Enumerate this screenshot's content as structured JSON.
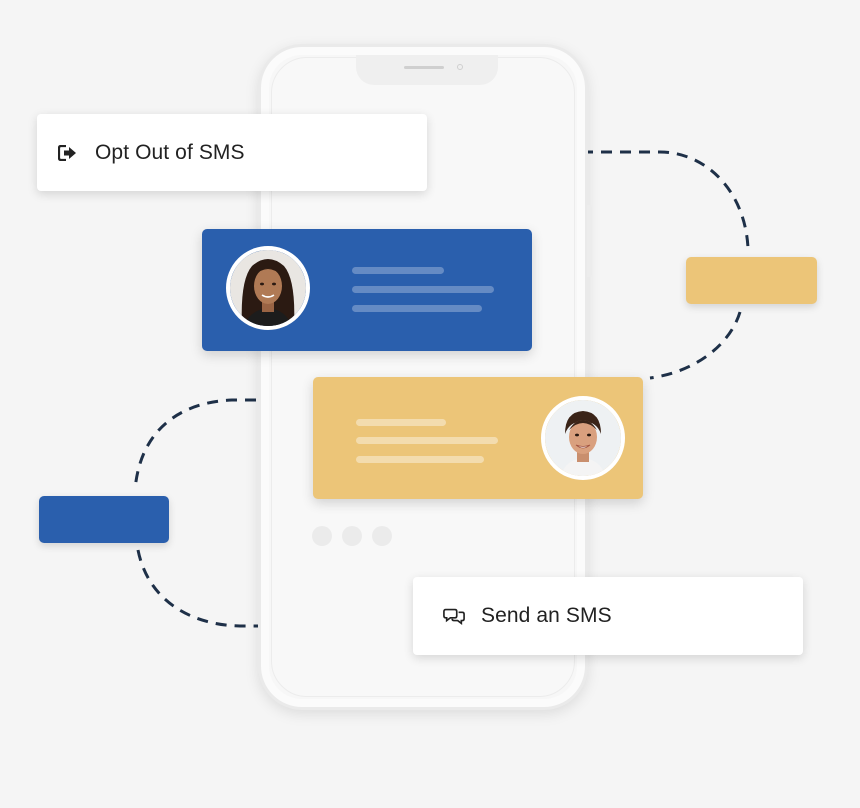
{
  "colors": {
    "background": "#f5f5f5",
    "primary_blue": "#2a5fad",
    "accent_gold": "#ecc578",
    "connector": "#1e3048",
    "card_text": "#222222"
  },
  "cards": {
    "opt_out": {
      "label": "Opt Out of SMS",
      "icon": "sign-out-icon"
    },
    "send_sms": {
      "label": "Send an SMS",
      "icon": "chat-bubbles-icon"
    }
  },
  "messages": [
    {
      "sender": "incoming",
      "color": "primary_blue",
      "avatar": "woman-portrait-1",
      "text_lines": 3
    },
    {
      "sender": "outgoing",
      "color": "accent_gold",
      "avatar": "woman-portrait-2",
      "text_lines": 3
    }
  ],
  "typing_indicator_dots": 3
}
